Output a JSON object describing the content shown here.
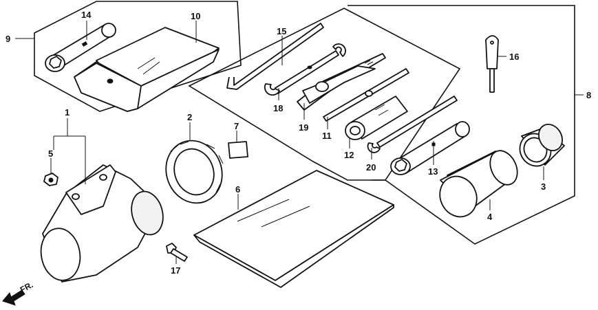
{
  "diagram": {
    "callouts": {
      "c1": "1",
      "c2": "2",
      "c3": "3",
      "c4": "4",
      "c5": "5",
      "c6": "6",
      "c7": "7",
      "c8": "8",
      "c9": "9",
      "c10": "10",
      "c11": "11",
      "c12": "12",
      "c13": "13",
      "c14": "14",
      "c15": "15",
      "c16": "16",
      "c17": "17",
      "c18": "18",
      "c19": "19",
      "c20": "20"
    },
    "front_arrow_label": "FR."
  }
}
